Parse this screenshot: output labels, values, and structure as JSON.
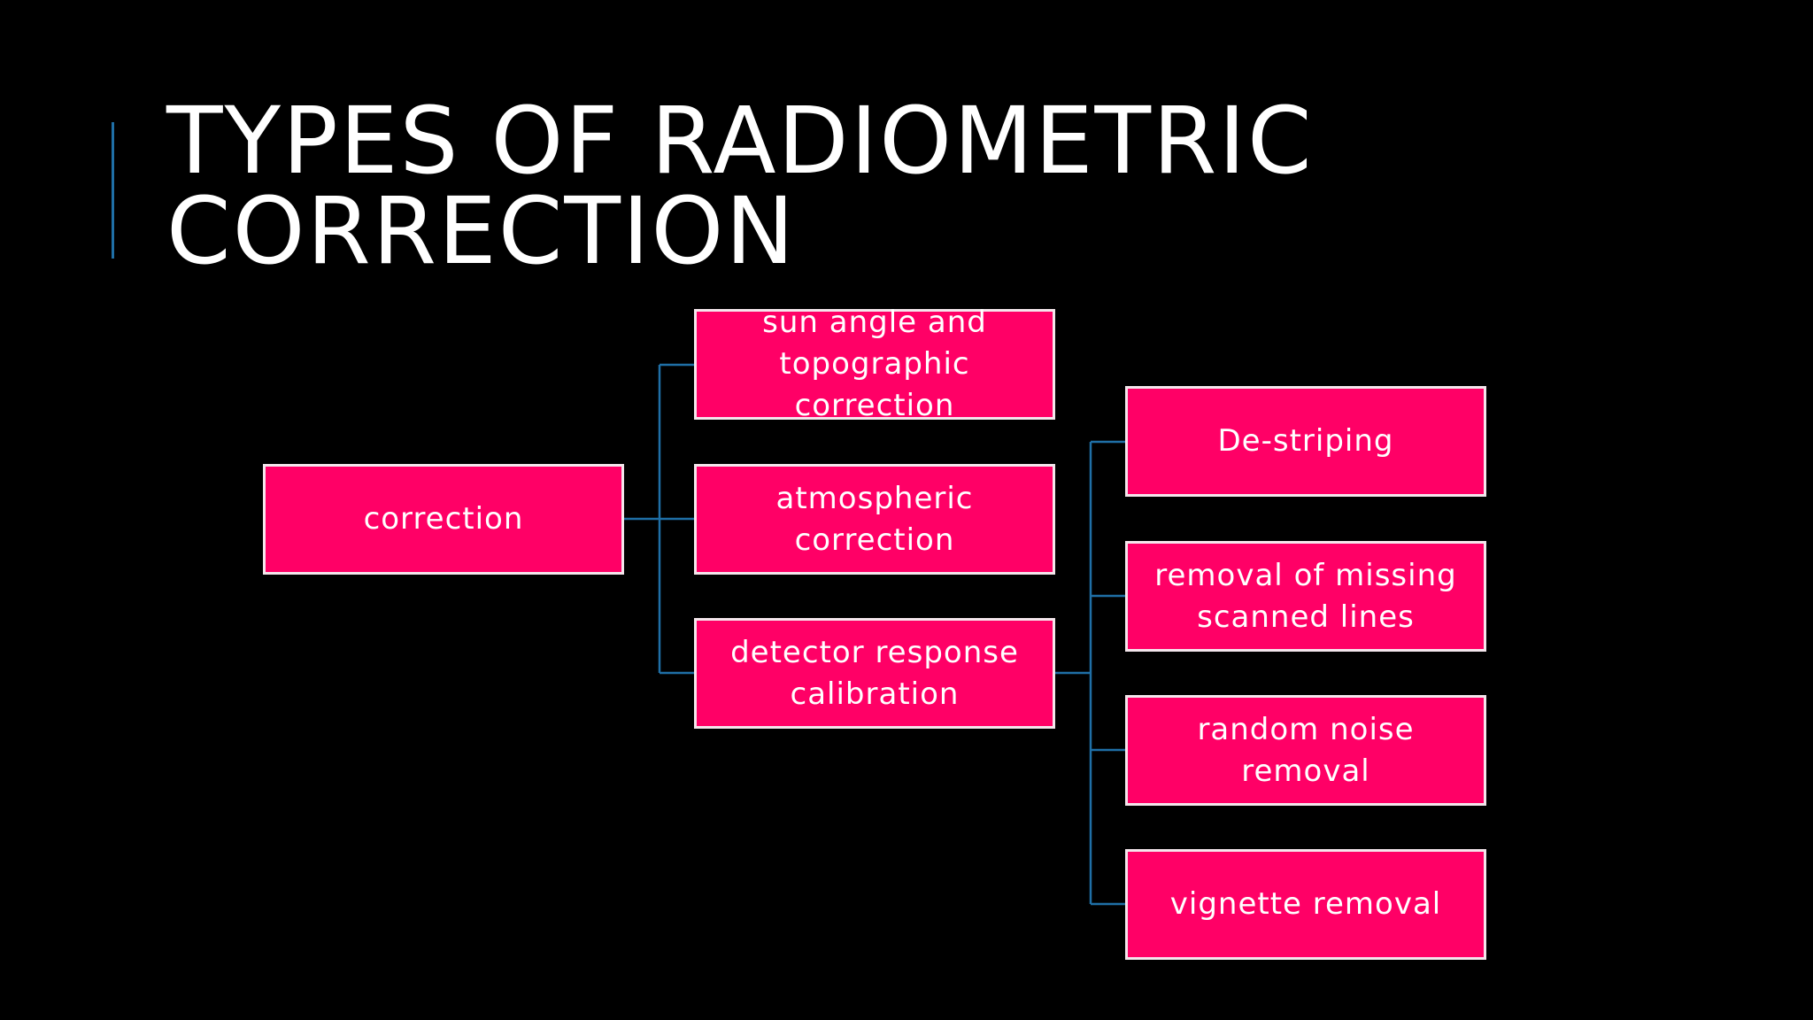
{
  "slide": {
    "title_line1": "TYPES OF RADIOMETRIC",
    "title_line2": "CORRECTION",
    "colors": {
      "background": "#000000",
      "node_fill": "#ff0066",
      "node_border": "#f4e6ec",
      "connector": "#1f6fa6",
      "text": "#ffffff"
    }
  },
  "diagram": {
    "root": {
      "label": "correction"
    },
    "level1": [
      {
        "label": "sun angle and\ntopographic correction"
      },
      {
        "label": "atmospheric correction"
      },
      {
        "label": "detector response\ncalibration"
      }
    ],
    "level2": [
      {
        "label": "De-striping"
      },
      {
        "label": "removal of missing\nscanned lines"
      },
      {
        "label": "random noise removal"
      },
      {
        "label": "vignette removal"
      }
    ]
  }
}
